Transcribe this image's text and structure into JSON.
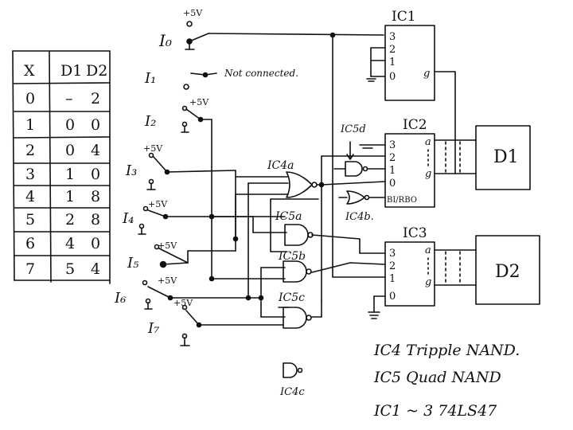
{
  "table": {
    "headers": [
      "X",
      "D1",
      "D2"
    ],
    "rows": [
      [
        "0",
        "–",
        "2"
      ],
      [
        "1",
        "0",
        "0"
      ],
      [
        "2",
        "0",
        "4"
      ],
      [
        "3",
        "1",
        "0"
      ],
      [
        "4",
        "1",
        "8"
      ],
      [
        "5",
        "2",
        "8"
      ],
      [
        "6",
        "4",
        "0"
      ],
      [
        "7",
        "5",
        "4"
      ]
    ]
  },
  "inputs": {
    "supply": "+5V",
    "labels": [
      "I₀",
      "I₁",
      "I₂",
      "I₃",
      "I₄",
      "I₅",
      "I₆",
      "I₇"
    ],
    "not_connected": "Not connected."
  },
  "chips": {
    "ic1": {
      "name": "IC1",
      "pins": [
        "3",
        "2",
        "1",
        "0"
      ],
      "out": "g"
    },
    "ic2": {
      "name": "IC2",
      "pins": [
        "3",
        "2",
        "1",
        "0"
      ],
      "out_a": "a",
      "out_g": "g",
      "bi": "BI/RBO"
    },
    "ic3": {
      "name": "IC3",
      "pins": [
        "3",
        "2",
        "1",
        "0"
      ],
      "out_a": "a",
      "out_g": "g"
    }
  },
  "gates": {
    "ic4a": "IC4a",
    "ic4b": "IC4b.",
    "ic4c": "IC4c",
    "ic5a": "IC5a",
    "ic5b": "IC5b",
    "ic5c": "IC5c",
    "ic5d": "IC5d"
  },
  "displays": {
    "d1": "D1",
    "d2": "D2"
  },
  "notes": {
    "ic4": "IC4   Tripple NAND.",
    "ic5": "IC5   Quad NAND",
    "ic13": "IC1 ~ 3   74LS47"
  }
}
